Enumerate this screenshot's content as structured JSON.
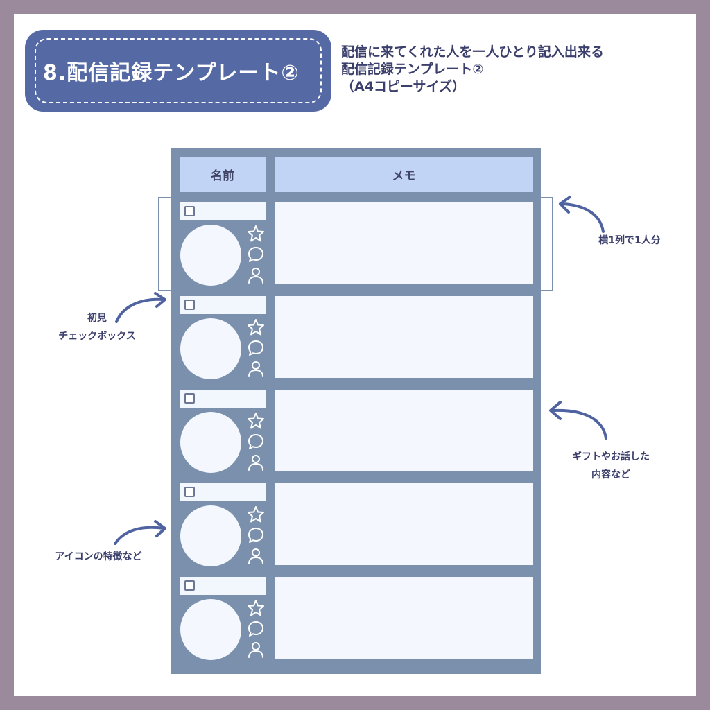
{
  "title": {
    "badge": "8.配信記録テンプレート②"
  },
  "description": {
    "line1": "配信に来てくれた人を一人ひとり記入出来る",
    "line2": "配信記録テンプレート②",
    "line3": "（A4コピーサイズ）"
  },
  "sheet": {
    "header_name": "名前",
    "header_memo": "メモ",
    "row_count": 5,
    "row_icons": [
      "star-icon",
      "speech-bubble-icon",
      "person-icon"
    ]
  },
  "annotations": {
    "first_visit_line1": "初見",
    "first_visit_line2": "チェックボックス",
    "one_row": "横1列で1人分",
    "gift_line1": "ギフトやお話した",
    "gift_line2": "内容など",
    "icon_features": "アイコンの特徴など"
  },
  "colors": {
    "frame": "#9a8a9b",
    "badge": "#556aa4",
    "sheet": "#7a90ad",
    "header": "#c2d4f6",
    "cell": "#f4f8fe",
    "text": "#3b3f6b"
  }
}
